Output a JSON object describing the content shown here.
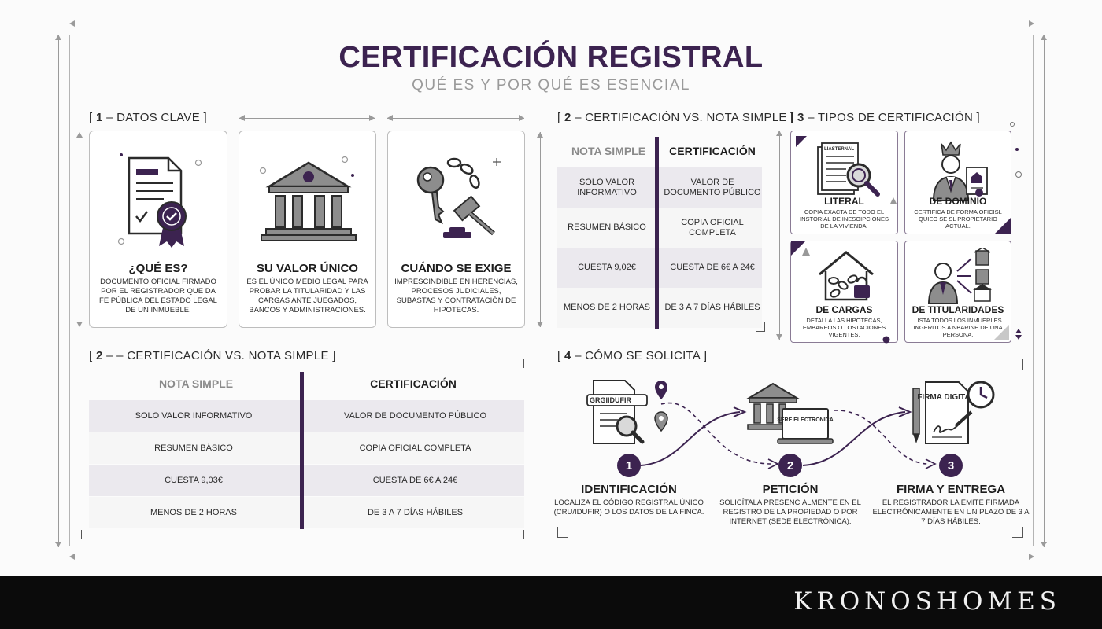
{
  "header": {
    "title": "CERTIFICACIÓN REGISTRAL",
    "subtitle": "QUÉ ES Y POR QUÉ ES ESENCIAL"
  },
  "sections": {
    "datos_clave": {
      "open": "[",
      "num": "1",
      "label": "– DATOS CLAVE",
      "close": "]"
    },
    "cmp_small": {
      "open": "[",
      "num": "2",
      "label": "– CERTIFICACIÓN VS. NOTA SIMPLE",
      "close": "]"
    },
    "tipos": {
      "open": "[",
      "num": "3",
      "label": "– TIPOS DE CERTIFICACIÓN",
      "close": "]"
    },
    "cmp_big": {
      "open": "[",
      "num": "2",
      "label": "– – CERTIFICACIÓN VS. NOTA SIMPLE",
      "close": "]"
    },
    "como": {
      "open": "[",
      "num": "4",
      "label": "– CÓMO SE SOLICITA",
      "close": "]"
    }
  },
  "key_cards": [
    {
      "title": "¿QUÉ ES?",
      "text": "Documento oficial firmado por el registrador que da fe pública del estado legal de un inmueble.",
      "icon": "certificate-icon"
    },
    {
      "title": "SU VALOR ÚNICO",
      "text": "Es el único medio legal para probar la titularidad y las cargas ante juegados, bancos y administraciones.",
      "icon": "courthouse-icon"
    },
    {
      "title": "CUÁNDO SE EXIGE",
      "text": "Imprescindible en herencias, procesos judiciales, subastas y contratación de hipotecas.",
      "icon": "key-gavel-icon"
    }
  ],
  "compare_small": {
    "col_left": "NOTA SIMPLE",
    "col_right": "CERTIFICACIÓN",
    "rows": [
      [
        "Solo valor informativo",
        "Valor de documento público"
      ],
      [
        "Resumen básico",
        "Copia oficial completa"
      ],
      [
        "Cuesta 9,02€",
        "Cuesta de 6€ a 24€"
      ],
      [
        "Menos de 2 horas",
        "De 3 a 7 días hábiles"
      ]
    ]
  },
  "types": [
    {
      "title": "LITERAL",
      "text": "COPIA EXACTA DE TODO EL INSTORIAL DE INESOIPCIONES DE LA VIVIENDA.",
      "icon": "document-magnifier-icon",
      "doc_label": "LIASTERNAL"
    },
    {
      "title": "DE DOMINIO",
      "text": "CERTIFICA DE FORMA OFICISL QUIEO SE SL PROPIETARIO ACTUAL.",
      "icon": "owner-crown-icon"
    },
    {
      "title": "DE CARGAS",
      "text": "DETALLA LAS HIPOTECAS, EMBAREOS O LOSTACIONES VIGENTES.",
      "icon": "house-chain-lock-icon"
    },
    {
      "title": "DE TITULARIDADES",
      "text": "LISTA TODOS LOS INMUERLES INGERITOS A NBARINE DE UNA PERSONA.",
      "icon": "person-properties-icon"
    }
  ],
  "compare_big": {
    "col_left": "NOTA SIMPLE",
    "col_right": "CERTIFICACIÓN",
    "rows": [
      [
        "Solo valor informativo",
        "Valor de documento público"
      ],
      [
        "Resumen básico",
        "Copia oficial completa"
      ],
      [
        "Cuesta 9,03€",
        "Cuesta de 6€ a 24€"
      ],
      [
        "Menos de 2 horas",
        "De 3 a 7 días hábiles"
      ]
    ]
  },
  "steps": [
    {
      "num": "1",
      "title": "IDENTIFICACIÓN",
      "text": "Localiza el código registral único (CRU/IDUFIR) o los datos de la finca.",
      "icon": "search-document-icon",
      "icon_label": "GRGIIDUFIR"
    },
    {
      "num": "2",
      "title": "PETICIÓN",
      "text": "Solicítala presencialmente en el registro de la propiedad o por internet (sede electrónica).",
      "icon": "courthouse-laptop-icon",
      "icon_label": "SERE ELECTRONICA"
    },
    {
      "num": "3",
      "title": "FIRMA Y ENTREGA",
      "text": "El registrador la emite firmada electrónicamente en un plazo de 3 a 7 días hábiles.",
      "icon": "signed-document-clock-icon",
      "icon_label": "FIRMA DIGITAL"
    }
  ],
  "footer": {
    "brand": "KRONOSHOMES"
  },
  "colors": {
    "accent": "#3c2350",
    "row_alt": "#ebe9ee",
    "footer": "#0b0b0b"
  }
}
